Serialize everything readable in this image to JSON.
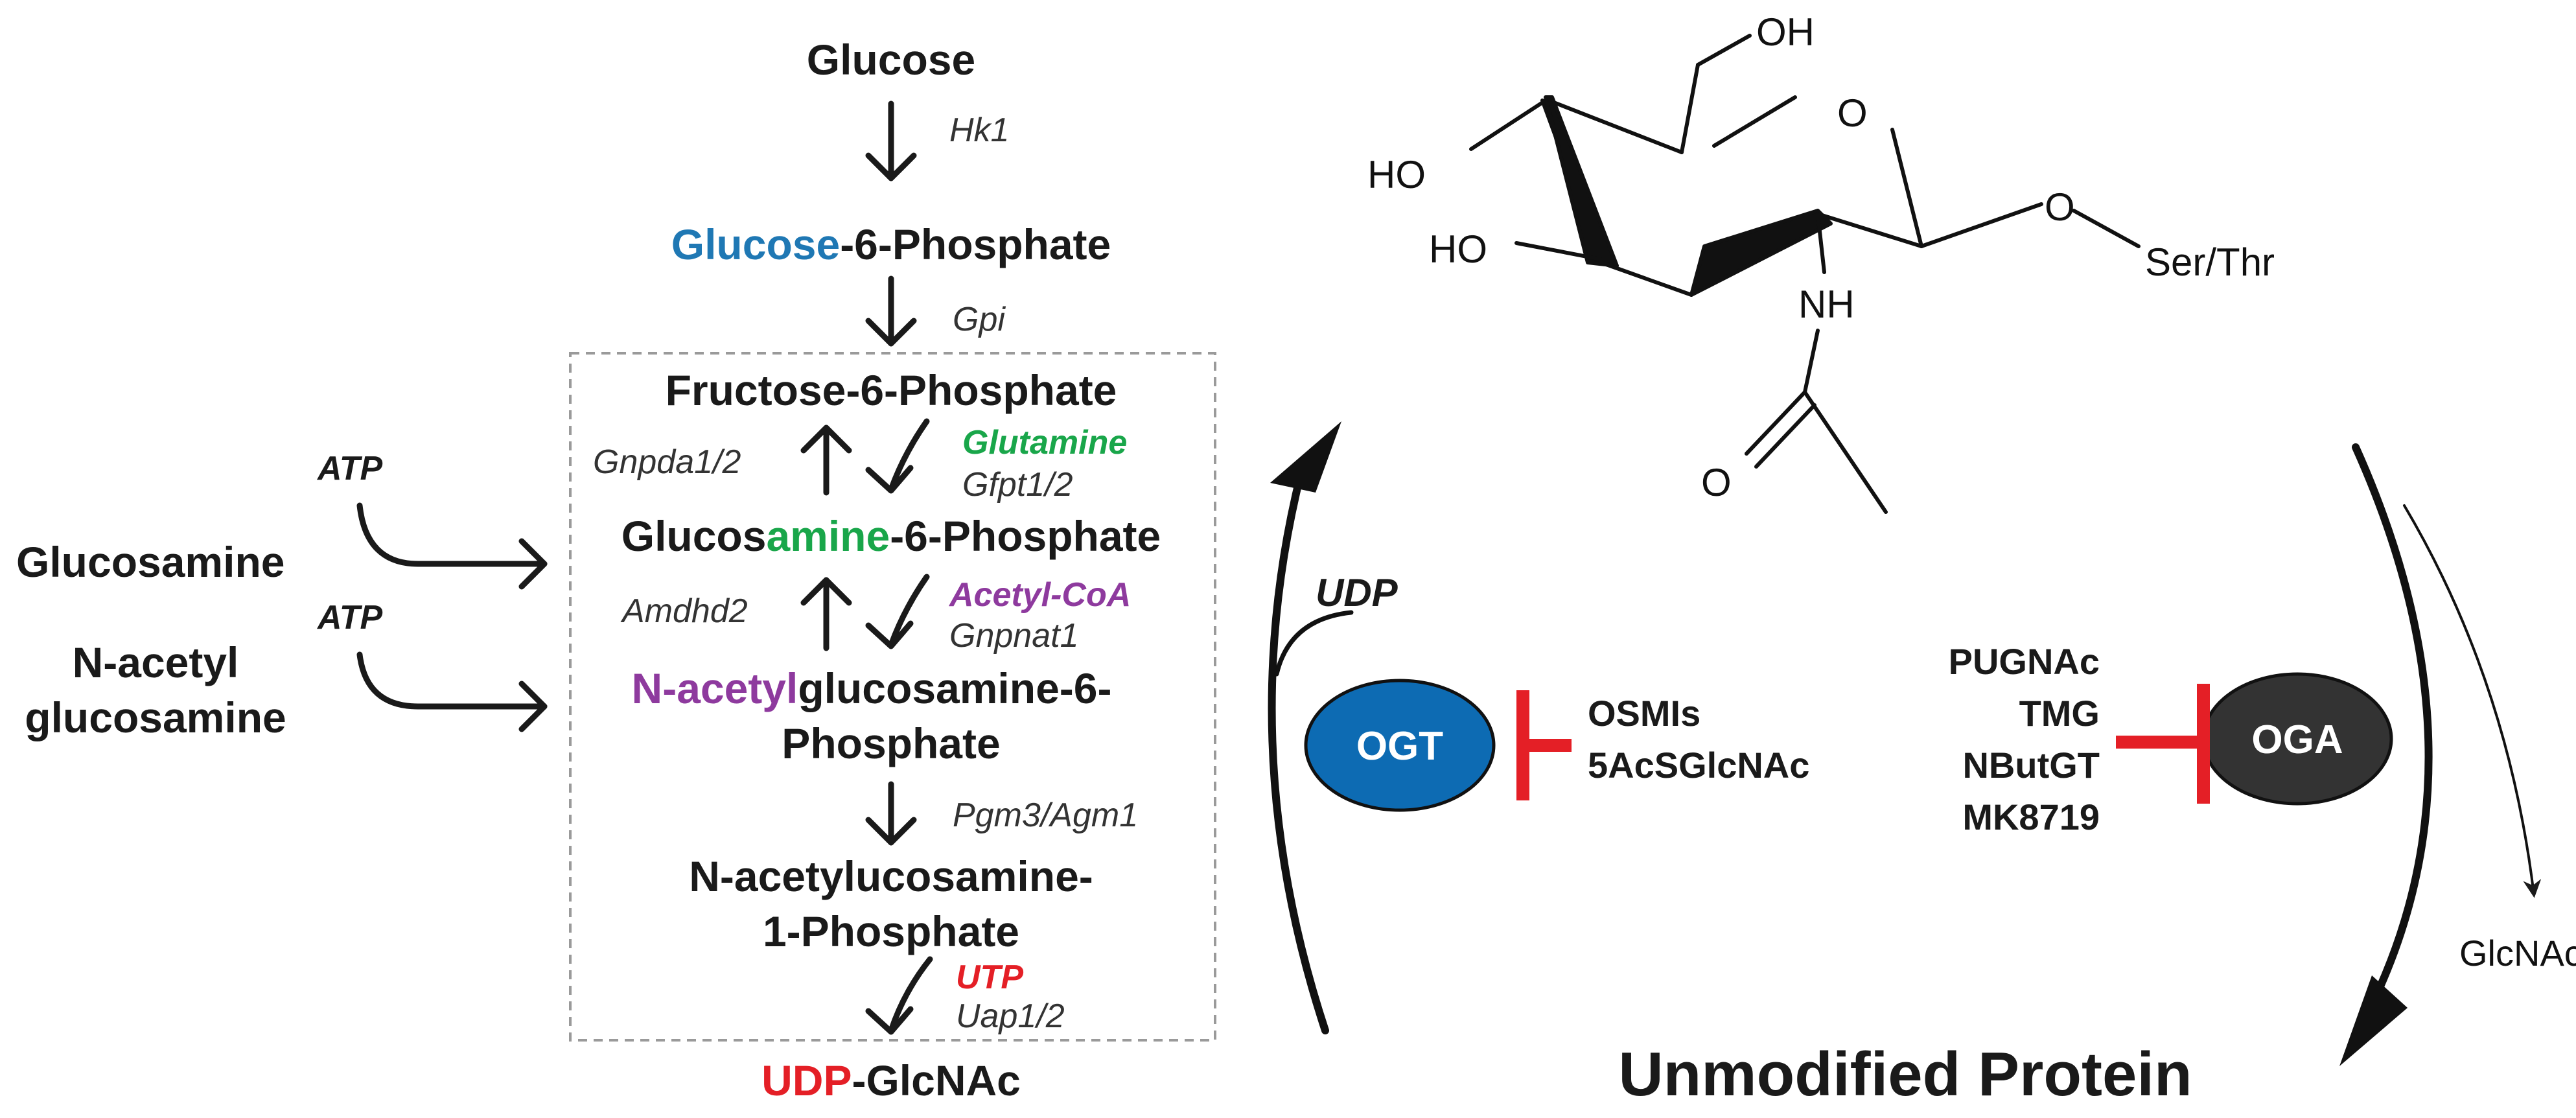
{
  "pathway": {
    "glucose": "Glucose",
    "hk1": "Hk1",
    "g6p_prefix": "Glucose",
    "g6p_suffix": "-6-Phosphate",
    "gpi": "Gpi",
    "f6p": "Fructose-6-Phosphate",
    "gnpda": "Gnpda1/2",
    "glutamine": "Glutamine",
    "gfpt": "Gfpt1/2",
    "gln6p_a": "Glucos",
    "gln6p_b": "amine",
    "gln6p_c": "-6-Phosphate",
    "amdhd2": "Amdhd2",
    "acetylcoa": "Acetyl-CoA",
    "gnpnat": "Gnpnat1",
    "nacgl6p_a": "N-acetyl",
    "nacgl6p_b": "glucosamine-6-",
    "nacgl6p_line2": "Phosphate",
    "pgm3": "Pgm3/Agm1",
    "nac1p_line1": "N-acetylucosamine-",
    "nac1p_line2": "1-Phosphate",
    "utp": "UTP",
    "uap": "Uap1/2",
    "udp_prefix": "UDP",
    "udp_suffix": "-GlcNAc"
  },
  "salvage": {
    "atp1": "ATP",
    "glucosamine": "Glucosamine",
    "atp2": "ATP",
    "nacetyl_line1": "N-acetyl",
    "nacetyl_line2": "glucosamine"
  },
  "cycle": {
    "udp": "UDP",
    "ogt": "OGT",
    "ogt_inhibitors": [
      "OSMIs",
      "5AcSGlcNAc"
    ],
    "oga_inhibitors": [
      "PUGNAc",
      "TMG",
      "NButGT",
      "MK8719"
    ],
    "oga": "OGA",
    "glcnac": "GlcNAc",
    "unmodified": "Unmodified Protein"
  },
  "structure": {
    "oh_top": "OH",
    "ring_o": "O",
    "ho_left_top": "HO",
    "ho_left_bottom": "HO",
    "link_o": "O",
    "ser_thr": "Ser/Thr",
    "nh": "NH",
    "carbonyl_o": "O"
  },
  "colors": {
    "blue": "#1f78b4",
    "green": "#19a64a",
    "purple": "#8e3a9e",
    "red": "#e41f26",
    "ogt_fill": "#0d6bb3",
    "oga_fill": "#333333",
    "inhibitor": "#e41f26"
  }
}
